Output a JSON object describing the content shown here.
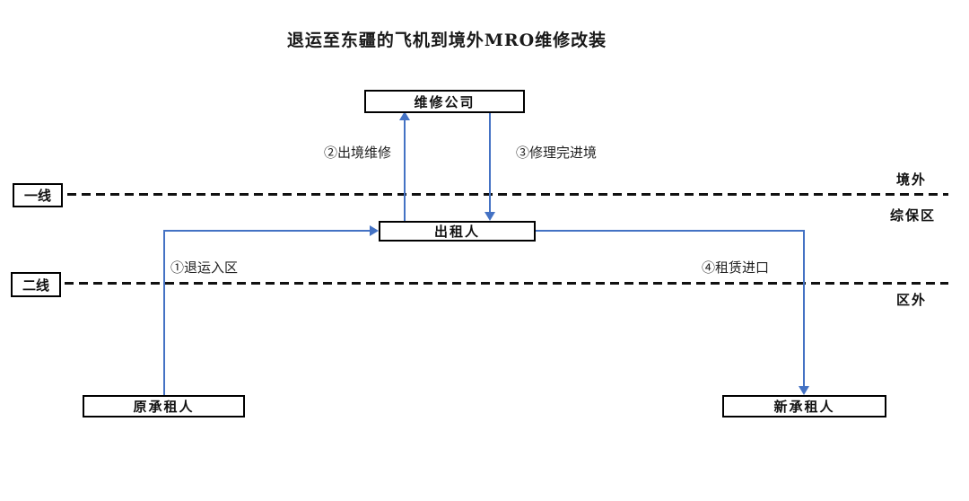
{
  "title": "退运至东疆的飞机到境外MRO维修改装",
  "colors": {
    "connector_blue": "#4472C4",
    "line_black": "#111111",
    "box_border": "#000000",
    "background": "#ffffff"
  },
  "nodes": {
    "maintenance_company": "维修公司",
    "lessor": "出租人",
    "original_lessee": "原承租人",
    "new_lessee": "新承租人"
  },
  "boundary_markers": {
    "first_line": "一线",
    "second_line": "二线"
  },
  "zones": {
    "outside_border": "境外",
    "bonded_zone": "综保区",
    "outside_zone": "区外"
  },
  "flows": {
    "step1": "①退运入区",
    "step2": "②出境维修",
    "step3": "③修理完进境",
    "step4": "④租赁进口"
  }
}
